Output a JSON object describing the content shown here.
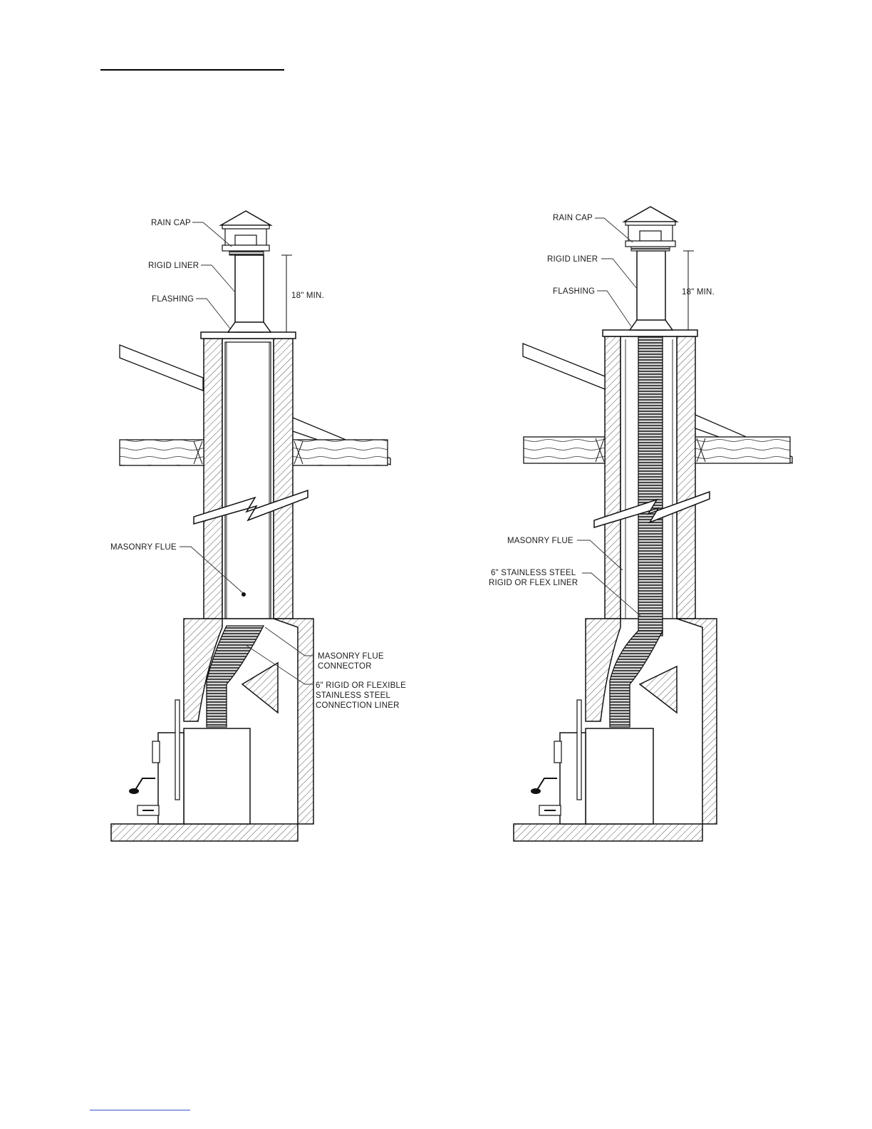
{
  "diagrams": [
    {
      "labels": {
        "rain_cap": "RAIN CAP",
        "rigid_liner": "RIGID LINER",
        "flashing": "FLASHING",
        "clearance": "18\" MIN.",
        "masonry_flue": "MASONRY FLUE",
        "connector_1": "MASONRY FLUE",
        "connector_2": "CONNECTOR",
        "conn_liner_1": "6\" RIGID OR FLEXIBLE",
        "conn_liner_2": "STAINLESS STEEL",
        "conn_liner_3": "CONNECTION LINER"
      }
    },
    {
      "labels": {
        "rain_cap": "RAIN CAP",
        "rigid_liner": "RIGID LINER",
        "flashing": "FLASHING",
        "clearance": "18\" MIN.",
        "masonry_flue": "MASONRY FLUE",
        "ss_liner_1": "6\" STAINLESS STEEL",
        "ss_liner_2": "RIGID OR FLEX LINER"
      }
    }
  ]
}
